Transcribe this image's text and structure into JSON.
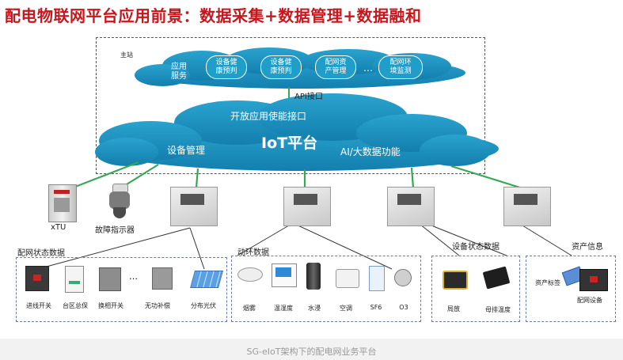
{
  "title": "配电物联网平台应用前景：数据采集+数据管理+数据融和",
  "main_station_label": "主站",
  "app_cloud": {
    "service_label": "应用\n服务",
    "pills": [
      "设备健\n康预判",
      "设备健\n康预判",
      "配网资\n产管理",
      "配网环\n境监测"
    ],
    "ellipsis": "…"
  },
  "api_label": "API接口",
  "iot_cloud": {
    "top_label": "开放应用使能接口",
    "center_label": "IoT平台",
    "left_label": "设备管理",
    "right_label": "AI/大数据功能"
  },
  "field_devices": {
    "xtu": "xTU",
    "fault_indicator": "故障指示器"
  },
  "groups": {
    "distribution_status": {
      "title": "配网状态数据",
      "items": [
        "进线开关",
        "台区总保",
        "换相开关",
        "无功补偿",
        "分布光伏"
      ],
      "ellipsis": "…"
    },
    "environment": {
      "title": "动环数据",
      "items": [
        "烟雾",
        "温湿度",
        "水浸",
        "空调",
        "SF6",
        "O3"
      ]
    },
    "equipment_status": {
      "title": "设备状态数据",
      "items": [
        "局放",
        "母排温度"
      ]
    },
    "asset_info": {
      "title": "资产信息",
      "items": [
        "资产标签",
        "配网设备"
      ]
    }
  },
  "footer": "SG-eIoT架构下的配电网业务平台",
  "colors": {
    "title": "#c8161d",
    "cloud": "#1a8bb8",
    "line": "#35a853",
    "box_border": "#6b7aa6"
  }
}
